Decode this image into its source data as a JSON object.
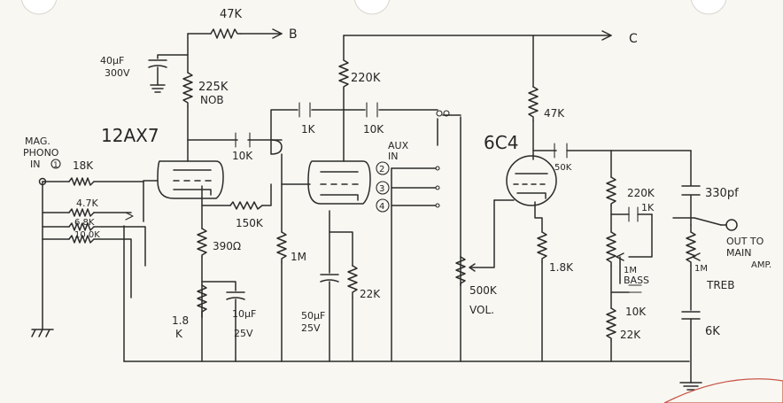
{
  "labels": {
    "r47k_top": "47K",
    "out_b": "B",
    "out_c": "C",
    "cap_40uf_a": "40μF",
    "cap_40uf_b": "300V",
    "r225k_a": "225K",
    "r225k_b": "NOB",
    "r220k_top": "220K",
    "c1k": "1K",
    "c10k_mid": "10K",
    "tube_12ax7": "12AX7",
    "c10k_left": "10K",
    "mag_a": "MAG.",
    "mag_b": "PHONO",
    "mag_c": "IN",
    "mag_circle": "1",
    "r18k": "18K",
    "r4_7k": "4.7K",
    "r6_8k": "6.8K",
    "r10k": "10.0K",
    "r150k": "150K",
    "r390": "390Ω",
    "r1m_left": "1M",
    "r1_8k_a": "1.8",
    "r1_8k_b": "K",
    "c10uf_a": "10μF",
    "c10uf_b": "25V",
    "c50uf_a": "50μF",
    "c50uf_b": "25V",
    "r22k_mid": "22K",
    "aux_a": "AUX",
    "aux_b": "IN",
    "aux_2": "2",
    "aux_3": "3",
    "aux_4": "4",
    "r500k": "500K",
    "vol": "VOL.",
    "tube_6c4": "6C4",
    "r47k_right": "47K",
    "c50k": "50K",
    "r1_8k_right": "1.8K",
    "r220k_right": "220K",
    "c1k_right": "1K",
    "c330pf": "330pf",
    "out_a": "OUT TO",
    "out_b2": "MAIN",
    "out_c2": "AMP.",
    "r1m_bass": "1M",
    "bass": "BASS",
    "r1m_treb": "1M",
    "treb": "TREB",
    "c10k_bass": "10K",
    "r22k_bass": "22K",
    "c6k": "6K"
  }
}
